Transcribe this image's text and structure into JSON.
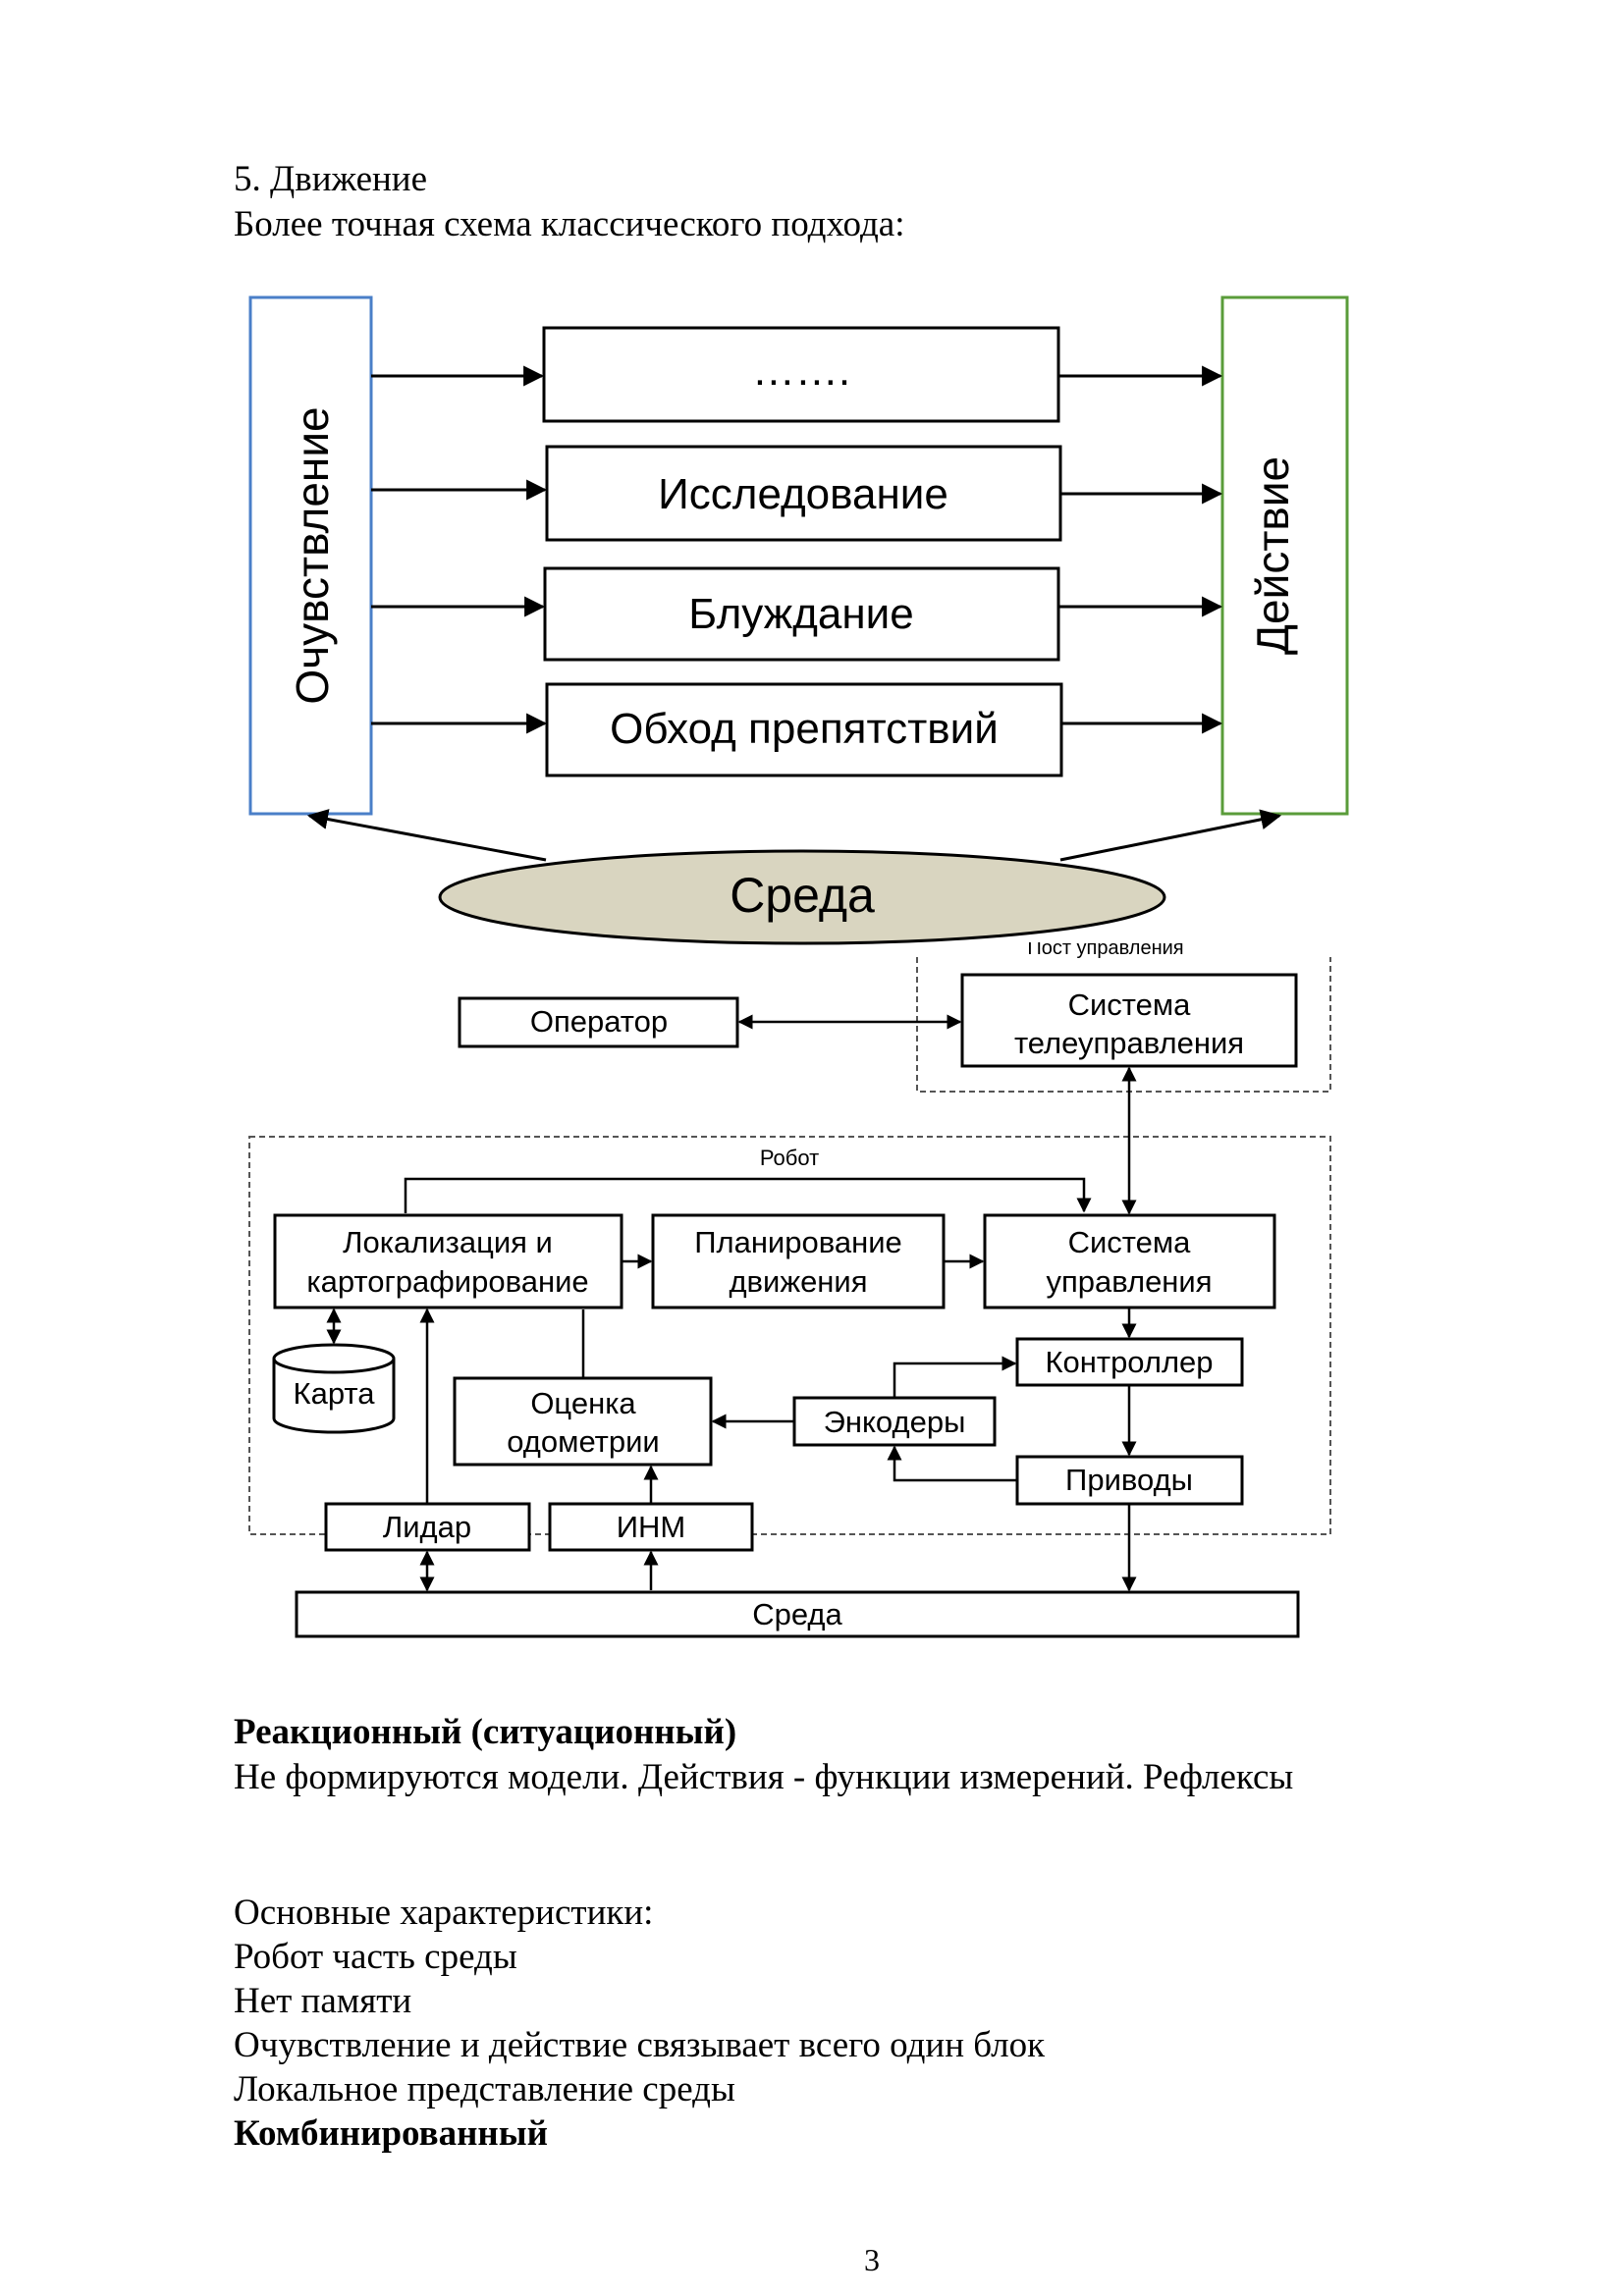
{
  "heading": {
    "section": "5. Движение",
    "intro": "Более точная схема классического подхода:"
  },
  "diagram1": {
    "left_column": "Очувствление",
    "right_column": "Действие",
    "behaviors": [
      "…….",
      "Исследование",
      "Блуждание",
      "Обход препятствий"
    ],
    "environment": "Среда",
    "colors": {
      "left_border": "#4a7fc8",
      "right_border": "#5a9c3a",
      "ellipse_fill": "#d9d5c0"
    }
  },
  "diagram2": {
    "operator": "Оператор",
    "control_post_label": "Пост управления",
    "telecontrol_line1": "Система",
    "telecontrol_line2": "телеуправления",
    "robot_label": "Робот",
    "localization_line1": "Локализация и",
    "localization_line2": "картографирование",
    "planning_line1": "Планирование",
    "planning_line2": "движения",
    "control_line1": "Система",
    "control_line2": "управления",
    "map": "Карта",
    "controller": "Контроллер",
    "odometry_line1": "Оценка",
    "odometry_line2": "одометрии",
    "encoders": "Энкодеры",
    "actuators": "Приводы",
    "lidar": "Лидар",
    "inm": "ИНМ",
    "environment": "Среда"
  },
  "section_reactive": {
    "title": "Реакционный (ситуационный)",
    "description": "Не формируются модели. Действия - функции измерений. Рефлексы"
  },
  "characteristics": {
    "heading": "Основные характеристики:",
    "items": [
      "Робот часть среды",
      "Нет памяти",
      "Очувствление и действие связывает всего один блок",
      "Локальное представление среды"
    ]
  },
  "section_combined": {
    "title": "Комбинированный"
  },
  "page_number": "3"
}
